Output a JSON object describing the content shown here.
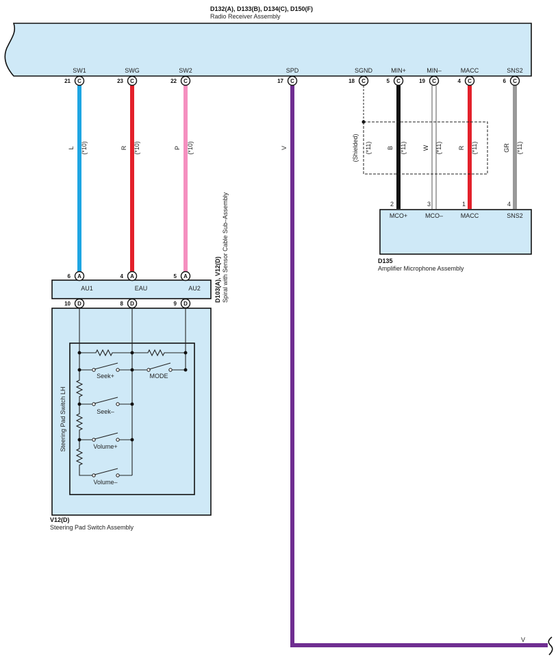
{
  "radio": {
    "connectors": "D132(A), D133(B), D134(C), D150(F)",
    "name": "Radio Receiver Assembly",
    "pins": [
      {
        "label": "SW1",
        "num": "21",
        "conn": "C",
        "wire": "L",
        "note": "(*10)",
        "color": "#1ea6e3"
      },
      {
        "label": "SWG",
        "num": "23",
        "conn": "C",
        "wire": "R",
        "note": "(*10)",
        "color": "#e3212b"
      },
      {
        "label": "SW2",
        "num": "22",
        "conn": "C",
        "wire": "P",
        "note": "(*10)",
        "color": "#f58fbf"
      },
      {
        "label": "SPD",
        "num": "17",
        "conn": "C",
        "wire": "V",
        "note": "",
        "color": "#6f2e91"
      },
      {
        "label": "SGND",
        "num": "18",
        "conn": "C",
        "wire": "(Shielded)",
        "note": "(*11)",
        "color": "#333333"
      },
      {
        "label": "MIN+",
        "num": "5",
        "conn": "C",
        "wire": "B",
        "note": "(*11)",
        "color": "#111111"
      },
      {
        "label": "MIN–",
        "num": "19",
        "conn": "C",
        "wire": "W",
        "note": "(*11)",
        "color": "#ffffff"
      },
      {
        "label": "MACC",
        "num": "4",
        "conn": "C",
        "wire": "R",
        "note": "(*11)",
        "color": "#e3212b"
      },
      {
        "label": "SNS2",
        "num": "6",
        "conn": "C",
        "wire": "GR",
        "note": "(*11)",
        "color": "#999999"
      }
    ]
  },
  "mic": {
    "id": "D135",
    "name": "Amplifier Microphone Assembly",
    "pins": [
      {
        "num": "2",
        "label": "MCO+"
      },
      {
        "num": "3",
        "label": "MCO–"
      },
      {
        "num": "1",
        "label": "MACC"
      },
      {
        "num": "4",
        "label": "SNS2"
      }
    ]
  },
  "spiral": {
    "id": "D103(A), V12(D)",
    "name": "Spiral with Sensor Cable Sub–Assembly",
    "top_pins": [
      {
        "num": "6",
        "conn": "A",
        "label": "AU1"
      },
      {
        "num": "4",
        "conn": "A",
        "label": "EAU"
      },
      {
        "num": "5",
        "conn": "A",
        "label": "AU2"
      }
    ],
    "bottom_pins": [
      {
        "num": "10",
        "conn": "D"
      },
      {
        "num": "8",
        "conn": "D"
      },
      {
        "num": "9",
        "conn": "D"
      }
    ]
  },
  "steering": {
    "id": "V12(D)",
    "name": "Steering Pad Switch Assembly",
    "inner_label": "Steering Pad Switch LH",
    "switches": [
      "Seek+",
      "MODE",
      "Seek–",
      "Volume+",
      "Volume–"
    ]
  },
  "spd_end_label": "V",
  "colors": {
    "body_fill": "#cfe9f7",
    "blue": "#1ea6e3",
    "red": "#e3212b",
    "pink": "#f58fbf",
    "violet": "#6f2e91",
    "black": "#111111",
    "gray": "#999999"
  }
}
